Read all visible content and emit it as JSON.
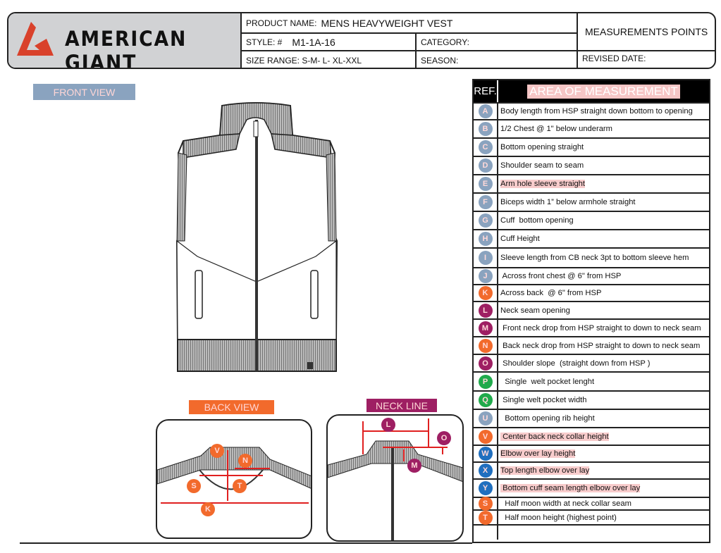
{
  "header": {
    "brand": "AMERICAN GIANT",
    "product_name_label": "PRODUCT  NAME:",
    "product_name": "MENS HEAVYWEIGHT VEST",
    "style_label": "STYLE: #",
    "style": "M1-1A-16",
    "category_label": "CATEGORY:",
    "size_range_label": "SIZE RANGE:",
    "size_range": "S-M- L- XL-XXL",
    "season_label": "SEASON:",
    "title": "MEASUREMENTS POINTS",
    "revised_label": "REVISED DATE:"
  },
  "views": {
    "front": "FRONT VIEW",
    "back": "BACK VIEW",
    "neck": "NECK LINE"
  },
  "colors": {
    "bluegray": "#8aa3bf",
    "orange": "#f26a2c",
    "magenta": "#9e1f63",
    "green": "#1faa4b",
    "blue": "#1f6fbf",
    "logo_red": "#d9412b"
  },
  "table": {
    "ref_header": "REF.",
    "area_header": "AREA OF MEASUREMENT",
    "rows": [
      {
        "ref": "A",
        "color": "#8aa3bf",
        "text": "Body length from HSP straight down bottom to opening",
        "hl": false
      },
      {
        "ref": "B",
        "color": "#8aa3bf",
        "text": "1/2 Chest @ 1\" below underarm",
        "hl": false
      },
      {
        "ref": "C",
        "color": "#8aa3bf",
        "text": "Bottom opening straight",
        "hl": false
      },
      {
        "ref": "D",
        "color": "#8aa3bf",
        "text": "Shoulder seam to seam",
        "hl": false
      },
      {
        "ref": "E",
        "color": "#8aa3bf",
        "text": "Arm hole sleeve straight",
        "hl": true
      },
      {
        "ref": "F",
        "color": "#8aa3bf",
        "text": "Biceps width 1” below armhole straight",
        "hl": false
      },
      {
        "ref": "G",
        "color": "#8aa3bf",
        "text": "Cuff  bottom opening",
        "hl": false
      },
      {
        "ref": "H",
        "color": "#8aa3bf",
        "text": "Cuff Height",
        "hl": false
      },
      {
        "ref": "I",
        "color": "#8aa3bf",
        "text": "Sleeve length from CB neck 3pt to bottom sleeve hem",
        "hl": false
      },
      {
        "ref": "J",
        "color": "#8aa3bf",
        "text": " Across front chest @ 6\" from HSP",
        "hl": false
      },
      {
        "ref": "K",
        "color": "#f26a2c",
        "text": "Across back  @ 6\" from HSP",
        "hl": false
      },
      {
        "ref": "L",
        "color": "#9e1f63",
        "text": "Neck seam opening",
        "hl": false
      },
      {
        "ref": "M",
        "color": "#9e1f63",
        "text": " Front neck drop from HSP straight to down to neck seam",
        "hl": false
      },
      {
        "ref": "N",
        "color": "#f26a2c",
        "text": " Back neck drop from HSP straight to down to neck seam",
        "hl": false
      },
      {
        "ref": "O",
        "color": "#9e1f63",
        "text": " Shoulder slope  (straight down from HSP )",
        "hl": false
      },
      {
        "ref": "P",
        "color": "#1faa4b",
        "text": "  Single  welt pocket lenght",
        "hl": false
      },
      {
        "ref": "Q",
        "color": "#1faa4b",
        "text": " Single welt pocket width",
        "hl": false
      },
      {
        "ref": "U",
        "color": "#8aa3bf",
        "text": "  Bottom opening rib height",
        "hl": false
      },
      {
        "ref": "V",
        "color": "#f26a2c",
        "text": " Center back neck collar height",
        "hl": true
      },
      {
        "ref": "W",
        "color": "#1f6fbf",
        "text": "Elbow over lay height",
        "hl": true
      },
      {
        "ref": "X",
        "color": "#1f6fbf",
        "text": "Top length elbow over lay",
        "hl": true
      },
      {
        "ref": "Y",
        "color": "#1f6fbf",
        "text": " Bottom cuff seam length elbow over lay",
        "hl": true
      },
      {
        "ref": "S",
        "color": "#f26a2c",
        "text": "  Half moon width at neck collar seam",
        "hl": false
      },
      {
        "ref": "T",
        "color": "#f26a2c",
        "text": "  Half moon height (highest point)",
        "hl": false
      },
      {
        "ref": "",
        "color": "",
        "text": "",
        "hl": false
      }
    ]
  },
  "callouts": {
    "back": [
      "V",
      "N",
      "S",
      "T",
      "K"
    ],
    "neck": [
      "L",
      "O",
      "M"
    ]
  }
}
